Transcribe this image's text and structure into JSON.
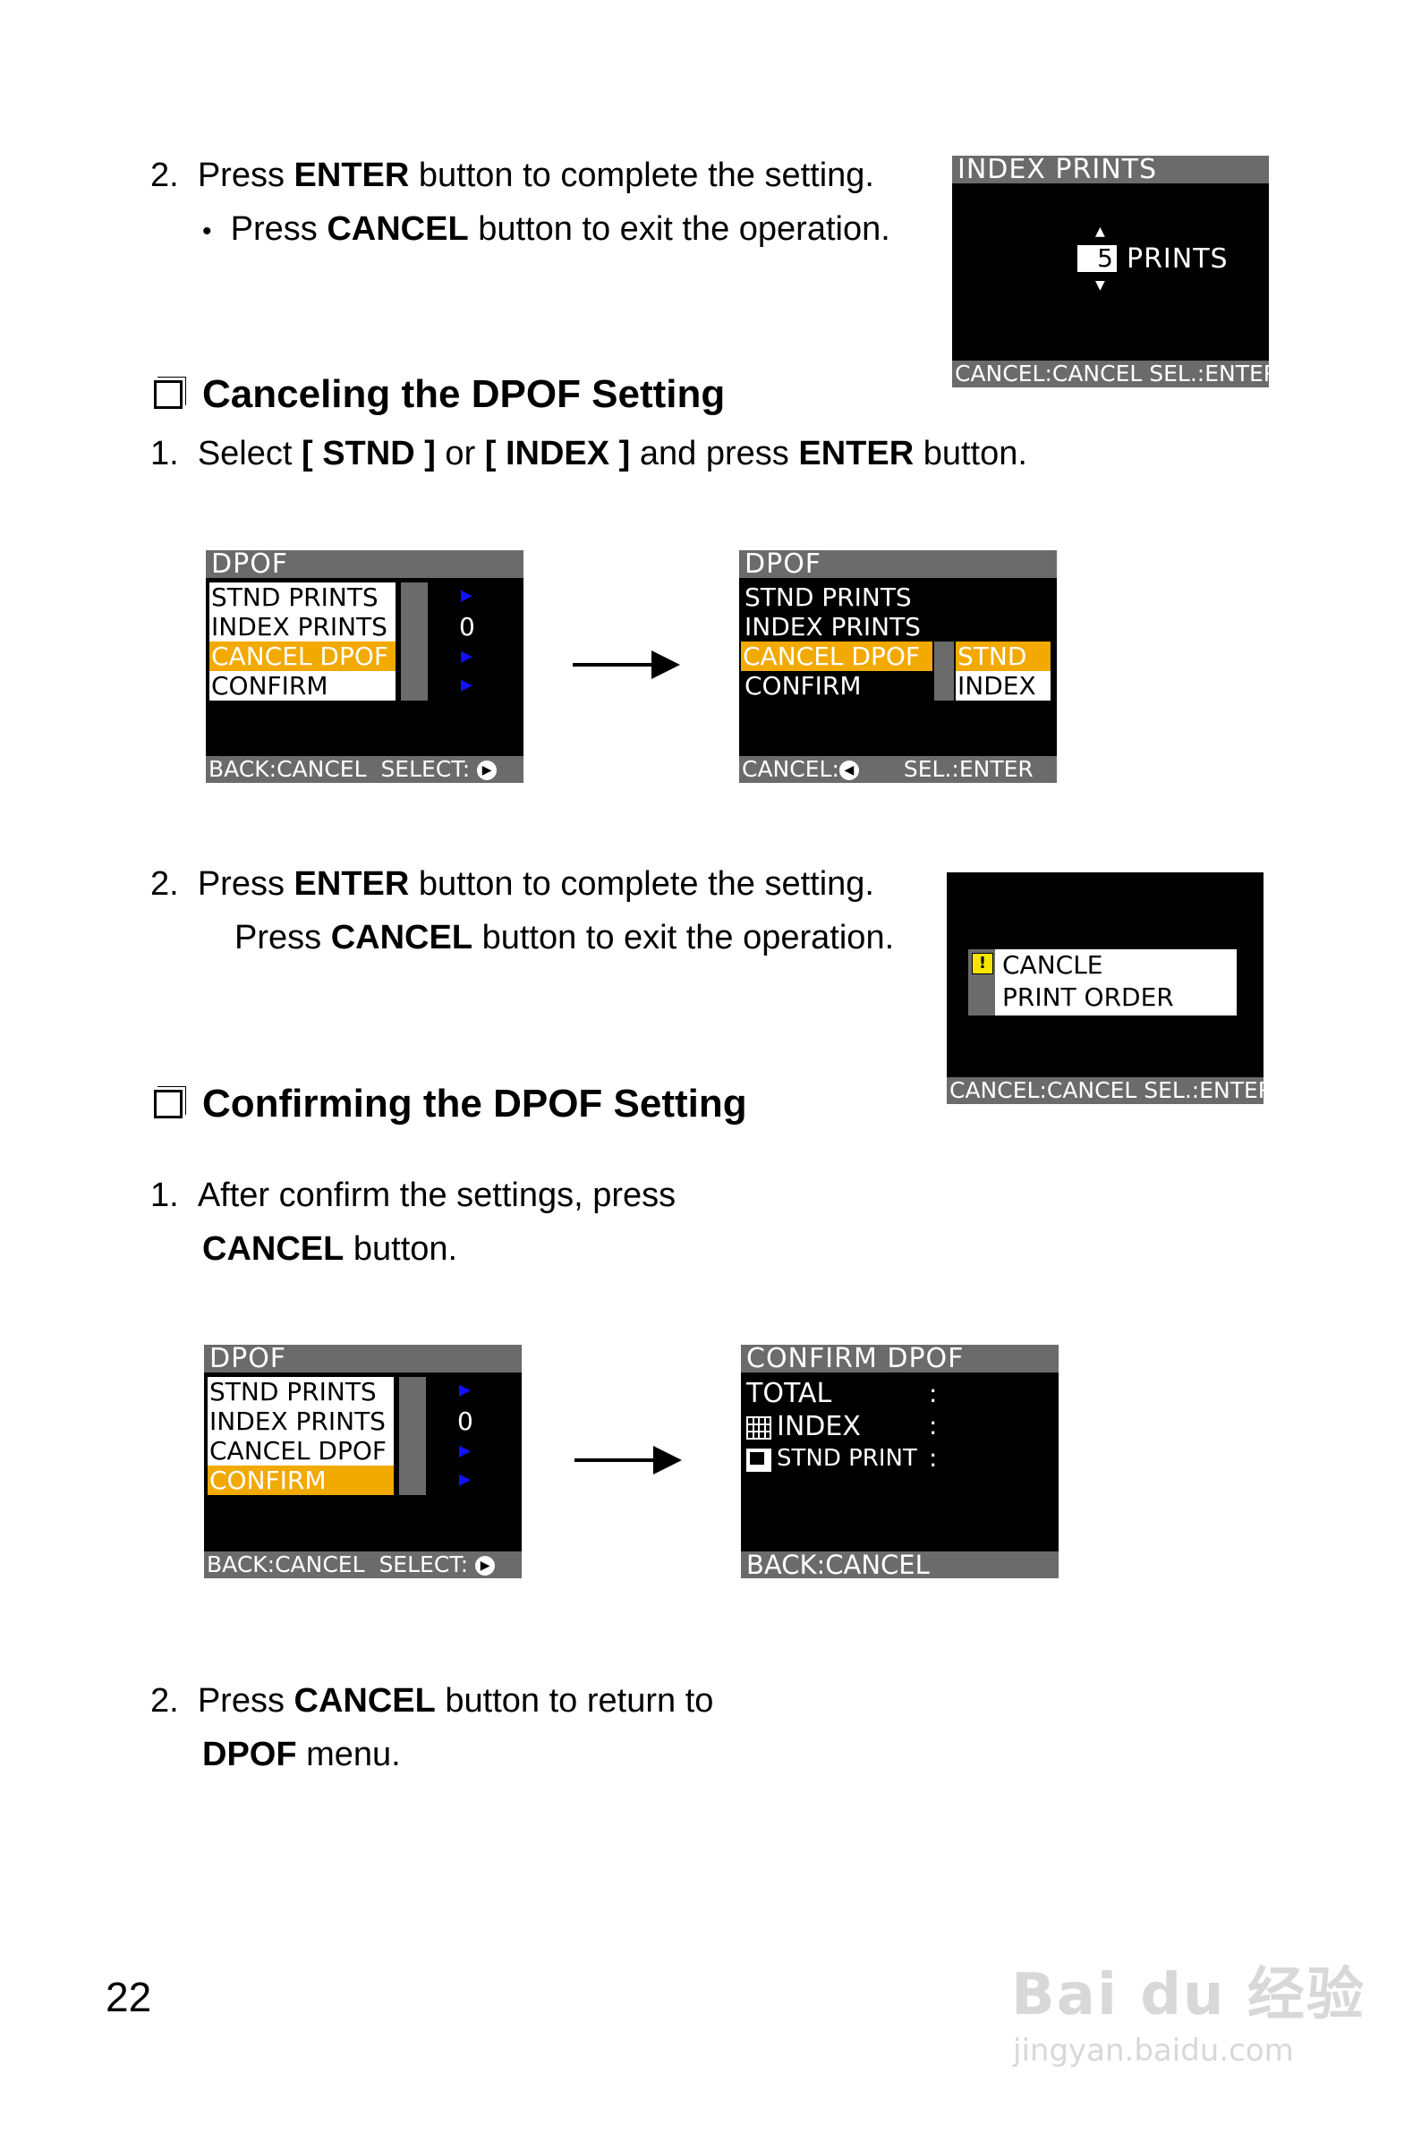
{
  "section1": {
    "step2_num": "2.",
    "step2_pre": "Press ",
    "step2_key": "ENTER",
    "step2_post": " button to complete the setting.",
    "bullet": "•",
    "bullet_pre": "Press ",
    "bullet_key": "CANCEL",
    "bullet_post": " button to exit the operation."
  },
  "screen_index_prints": {
    "title": "INDEX PRINTS",
    "count": "5",
    "unit": "PRINTS",
    "footer": "CANCEL:CANCEL  SEL.:ENTER"
  },
  "section2": {
    "heading": "Canceling the DPOF Setting",
    "step1_num": "1.",
    "step1_a": "Select ",
    "step1_b": "[ STND ]",
    "step1_c": " or ",
    "step1_d": "[ INDEX ]",
    "step1_e": " and press ",
    "step1_f": "ENTER",
    "step1_g": " button.",
    "step2_num": "2.",
    "step2_pre": "Press ",
    "step2_key": "ENTER",
    "step2_post": " button to complete the setting.",
    "step2b_pre": "Press ",
    "step2b_key": "CANCEL",
    "step2b_post": " button to exit the operation."
  },
  "screen_dpof_a": {
    "title": "DPOF",
    "items": [
      "STND PRINTS",
      "INDEX PRINTS",
      "CANCEL DPOF",
      "CONFIRM"
    ],
    "index_value": "0",
    "footer_left": "BACK:CANCEL",
    "footer_right": "SELECT:"
  },
  "screen_dpof_b": {
    "title": "DPOF",
    "items": [
      "STND PRINTS",
      "INDEX PRINTS",
      "CANCEL DPOF",
      "CONFIRM"
    ],
    "sub_items": [
      "STND",
      "INDEX"
    ],
    "footer_left": "CANCEL:",
    "footer_right": "SEL.:ENTER"
  },
  "screen_cancel_order": {
    "warning": "!",
    "line1": "CANCLE",
    "line2": "PRINT ORDER",
    "footer": "CANCEL:CANCEL  SEL.:ENTER"
  },
  "section3": {
    "heading": "Confirming the DPOF Setting",
    "step1_num": "1.",
    "step1_line1": "After confirm the settings, press",
    "step1_key": "CANCEL",
    "step1_post": " button.",
    "step2_num": "2.",
    "step2_pre": "Press ",
    "step2_key": "CANCEL",
    "step2_post": " button to return to",
    "step2_key2": "DPOF",
    "step2_post2": " menu."
  },
  "screen_dpof_c": {
    "title": "DPOF",
    "items": [
      "STND PRINTS",
      "INDEX PRINTS",
      "CANCEL DPOF",
      "CONFIRM"
    ],
    "index_value": "0",
    "footer_left": "BACK:CANCEL",
    "footer_right": "SELECT:"
  },
  "screen_confirm": {
    "title": "CONFIRM DPOF",
    "rows": [
      {
        "label": "TOTAL",
        "colon": ":"
      },
      {
        "label": "INDEX",
        "colon": ":"
      },
      {
        "label": "STND PRINT",
        "colon": ":"
      }
    ],
    "footer": "BACK:CANCEL"
  },
  "page_number": "22",
  "watermark": {
    "brand": "Bai du 经验",
    "url": "jingyan.baidu.com"
  }
}
